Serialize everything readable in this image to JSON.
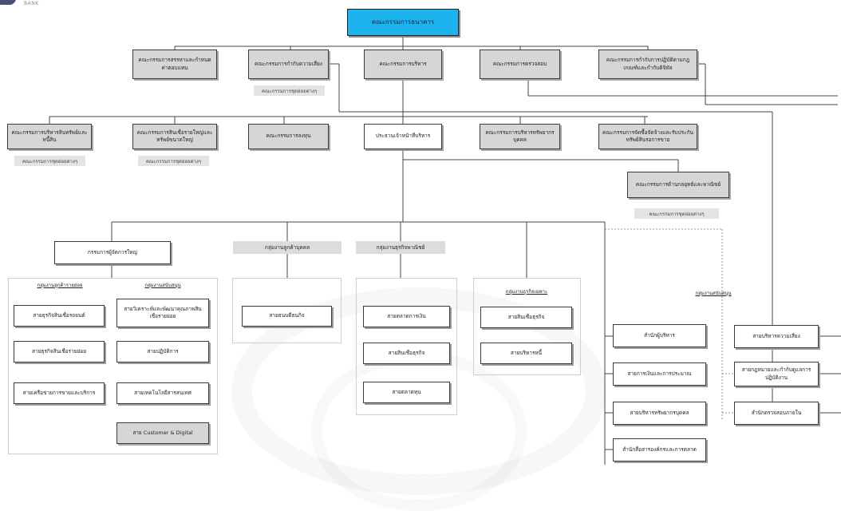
{
  "logo": {
    "text": "BANK"
  },
  "board": "คณะกรรมการธนาคาร",
  "row1": [
    "คณะกรรมการสรรหาและกำหนดค่าตอบแทน",
    "คณะกรรมการกำกับความเสี่ยง",
    "คณะกรรมการบริหาร",
    "คณะกรรมการตรวจสอบ",
    "คณะกรรมการกำกับการปฏิบัติตามกฎเกณฑ์และกำกับดิจิทัล"
  ],
  "row1_tag": "คณะกรรมการชุดย่อยต่างๆ",
  "row2": [
    "คณะกรรมการบริหารสินทรัพย์และหนี้สิน",
    "คณะกรรมการสินเชื่อรายใหญ่และทรัพย์ขนาดใหญ่",
    "คณะกรรมการลงทุน",
    "ประธานเจ้าหน้าที่บริหาร",
    "คณะกรรมการบริหารทรัพยากรบุคคล",
    "คณะกรรมการจัดซื้อจัดจ้างและรับประกันทรัพย์สินรอการขาย"
  ],
  "row2_tags": [
    "คณะกรรมการชุดย่อยต่างๆ",
    "คณะกรรมการชุดย่อยต่างๆ"
  ],
  "strategy": {
    "title": "คณะกรรมการด้านกลยุทธ์และพาณิชย์",
    "tag": "คณะกรรมการชุดย่อยต่างๆ"
  },
  "division_heads": [
    "กรรมการผู้จัดการใหญ่",
    "กลุ่มงานลูกค้าบุคคล",
    "กลุ่มงานธุรกิจพาณิชย์"
  ],
  "panel1": {
    "header_left": "กลุ่มงานลูกค้ารายย่อย",
    "header_right": "กลุ่มงานสนับสนุน",
    "left": [
      "สายธุรกิจสินเชื่อรถยนต์",
      "สายธุรกิจสินเชื่อรายย่อย",
      "สายเครือข่ายการขายและบริการ"
    ],
    "right": [
      "สายวิเคราะห์และพัฒนาคุณภาพสินเชื่อรายย่อย",
      "สายปฏิบัติการ",
      "สายเทคโนโลยีสารสนเทศ",
      "สาย Customer & Digital"
    ]
  },
  "panel2": {
    "items": [
      "สายธนบดีธนกิจ"
    ]
  },
  "panel3": {
    "items": [
      "สายตลาดการเงิน",
      "สายสินเชื่อธุรกิจ",
      "สายตลาดทุน"
    ]
  },
  "panel4": {
    "header": "กลุ่มงานธุรกิจเฉพาะ",
    "items": [
      "สายสินเชื่อธุรกิจ",
      "สายบริหารหนี้"
    ]
  },
  "support": {
    "header": "กลุ่มงานสนับสนุน",
    "left": [
      "สำนักผู้บริหาร",
      "สายการเงินและการประมาณ",
      "สายบริหารทรัพยากรบุคคล",
      "สำนักสื่อสารองค์กรและการตลาด"
    ],
    "right": [
      "สายบริหารความเสี่ยง",
      "สายกฎหมายและกำกับดูแลการปฏิบัติงาน",
      "สำนักตรวจสอบภายใน"
    ]
  }
}
